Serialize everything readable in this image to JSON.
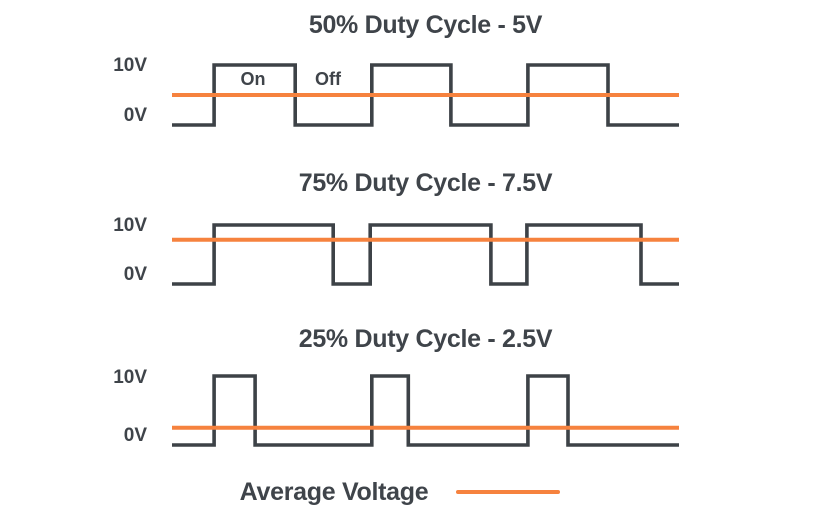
{
  "colors": {
    "waveform": "#3d4247",
    "average_line": "#f6823e",
    "text": "#3f444a",
    "background": "#ffffff"
  },
  "legend": {
    "label": "Average Voltage"
  },
  "panels": [
    {
      "title": "50% Duty Cycle - 5V",
      "duty_cycle_percent": 50,
      "average_voltage_v": 5,
      "max_voltage_v": 10,
      "min_voltage_v": 0,
      "y_axis_labels": {
        "high": "10V",
        "low": "0V"
      },
      "annotations": {
        "on": "On",
        "off": "Off"
      },
      "wave": {
        "start_level": 0,
        "edge_times": [
          0.083,
          0.243,
          0.394,
          0.55,
          0.702,
          0.86
        ]
      }
    },
    {
      "title": "75% Duty Cycle - 7.5V",
      "duty_cycle_percent": 75,
      "average_voltage_v": 7.5,
      "max_voltage_v": 10,
      "min_voltage_v": 0,
      "y_axis_labels": {
        "high": "10V",
        "low": "0V"
      },
      "wave": {
        "start_level": 0,
        "edge_times": [
          0.083,
          0.318,
          0.391,
          0.629,
          0.7,
          0.925
        ]
      }
    },
    {
      "title": "25% Duty Cycle - 2.5V",
      "duty_cycle_percent": 25,
      "average_voltage_v": 2.5,
      "max_voltage_v": 10,
      "min_voltage_v": 0,
      "y_axis_labels": {
        "high": "10V",
        "low": "0V"
      },
      "wave": {
        "start_level": 0,
        "edge_times": [
          0.083,
          0.164,
          0.394,
          0.466,
          0.702,
          0.781
        ]
      }
    }
  ]
}
